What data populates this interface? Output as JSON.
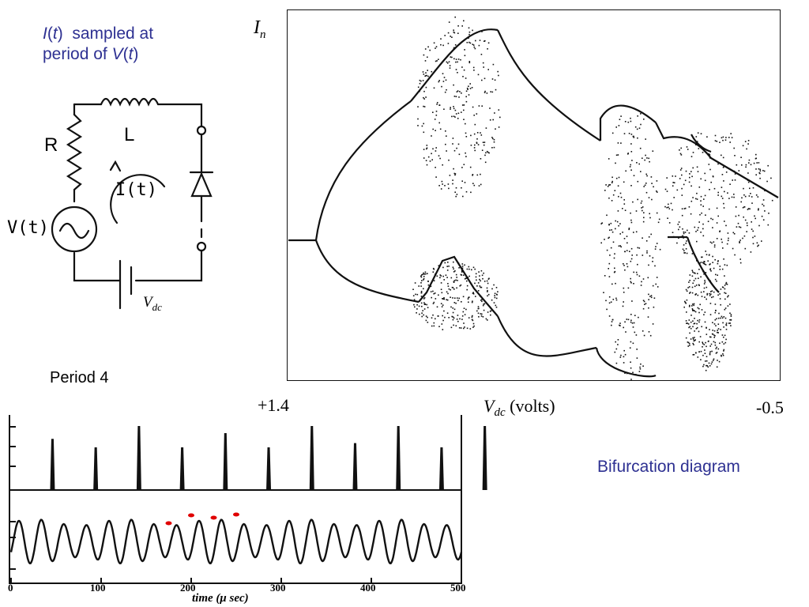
{
  "caption": {
    "line1_italic_I": "I",
    "line1_open": "(",
    "line1_italic_t": "t",
    "line1_rest": ")  sampled at",
    "line2_pre": "period of ",
    "line2_italic_V": "V",
    "line2_open": "(",
    "line2_italic_t": "t",
    "line2_close": ")"
  },
  "circuit": {
    "R": "R",
    "L": "L",
    "current": "I(t)",
    "source": "V(t)",
    "vdc_V": "V",
    "vdc_sub": "dc"
  },
  "bifurcation": {
    "y_label_I": "I",
    "y_label_sub": "n",
    "x_left": "+1.4",
    "x_label_V": "V",
    "x_label_sub": "dc",
    "x_label_rest": " (volts)",
    "x_right": "-0.5",
    "caption": "Bifurcation diagram"
  },
  "timeseries": {
    "title": "Period 4",
    "x_ticks": [
      "0",
      "100",
      "200",
      "300",
      "400",
      "500"
    ],
    "x_label": "time (μ sec)",
    "spike_heights": [
      0.72,
      0.6,
      0.9,
      0.6,
      0.8,
      0.6,
      0.9,
      0.66,
      0.9,
      0.6,
      0.9
    ],
    "marker_color": "#e00000"
  }
}
